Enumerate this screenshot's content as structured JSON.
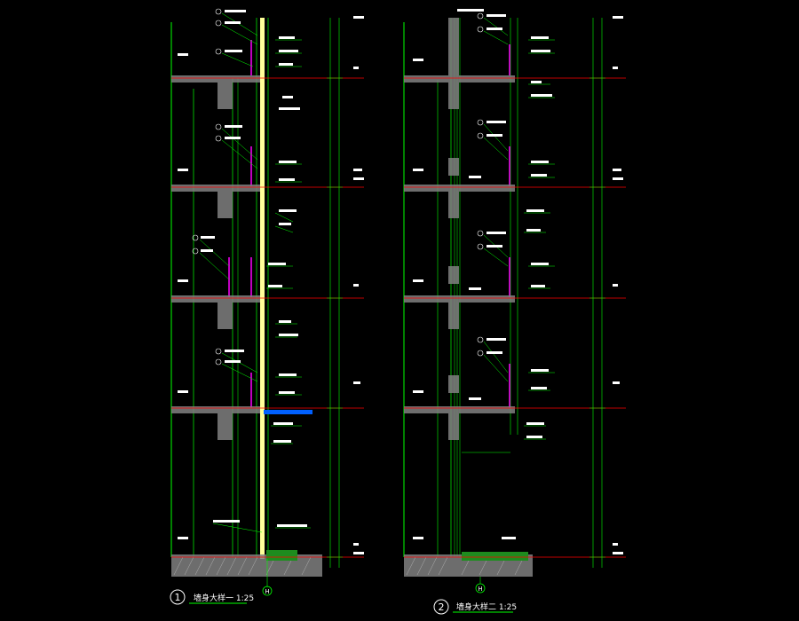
{
  "drawing": {
    "background": "#000000",
    "colors": {
      "line": "#00ff00",
      "text": "#ffffff",
      "level": "#ff0000",
      "glass": "#ffff99",
      "mullion": "#ff00ff",
      "fill": "#808080",
      "accent": "#0060ff",
      "dim": "#00ffff"
    }
  },
  "details": [
    {
      "number": "1",
      "title": "墙身大样一  1:25",
      "grid_axis": "H"
    },
    {
      "number": "2",
      "title": "墙身大样二  1:25",
      "grid_axis": "H"
    }
  ]
}
